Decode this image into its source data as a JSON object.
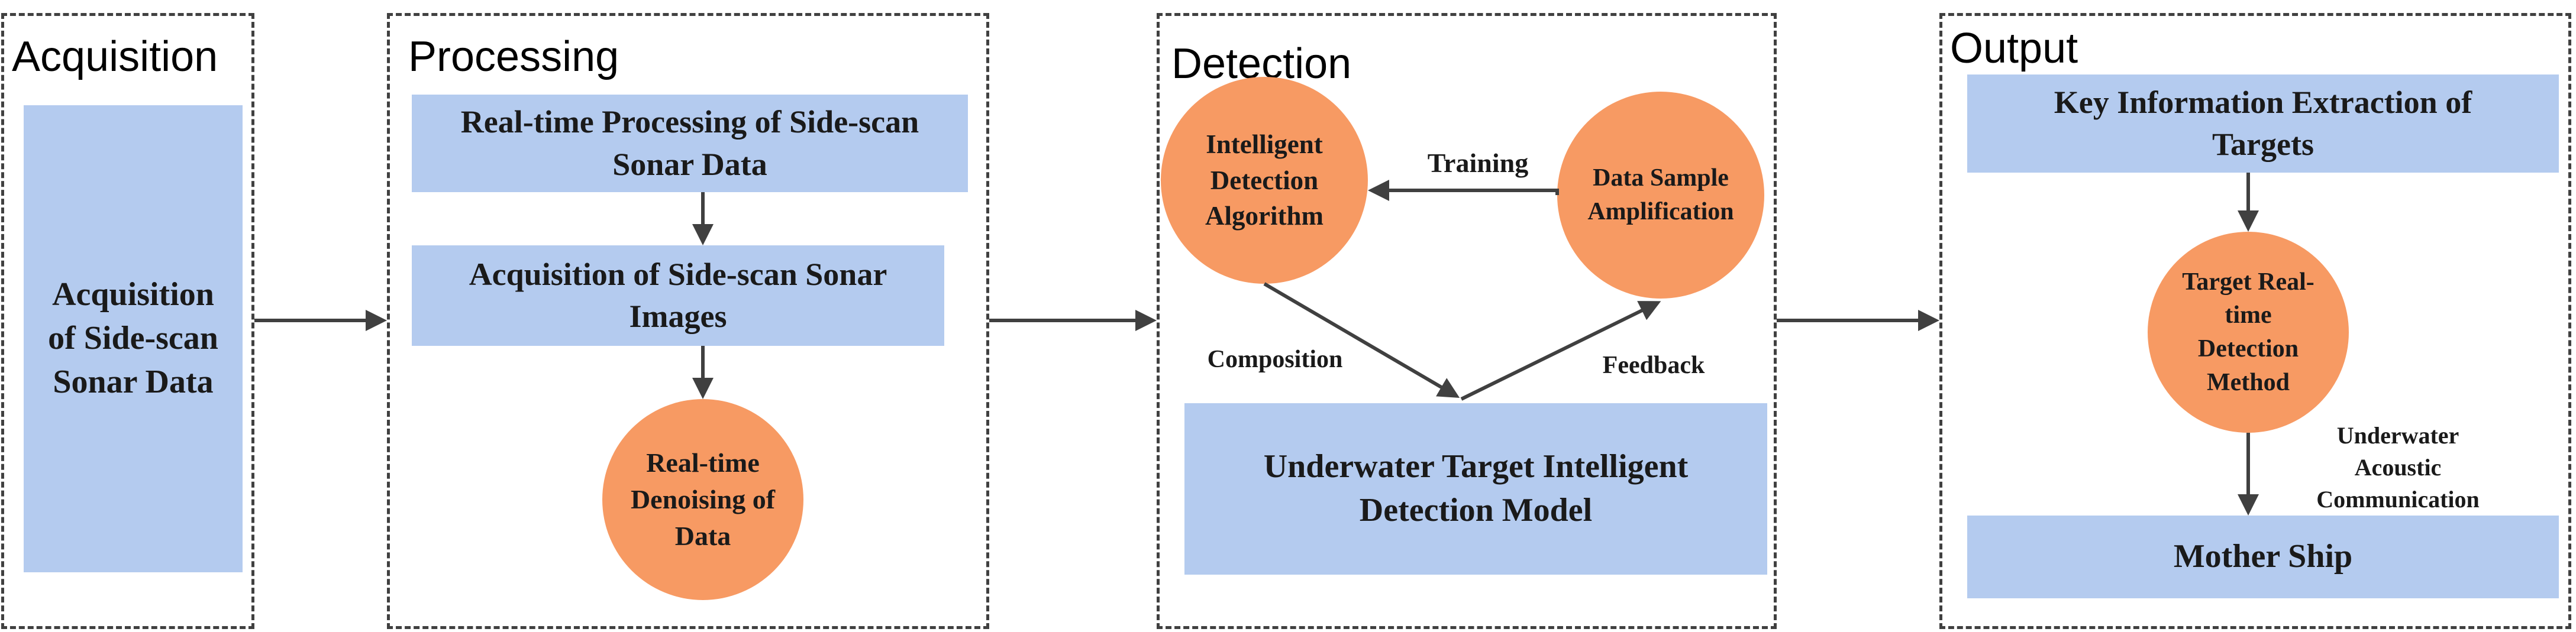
{
  "panels": {
    "acquisition": "Acquisition",
    "processing": "Processing",
    "detection": "Detection",
    "output": "Output"
  },
  "acquisition_box": "Acquisition of Side-scan Sonar Data",
  "processing_steps": {
    "realtime_processing": "Real-time Processing of Side-scan Sonar Data",
    "image_acquisition": "Acquisition of Side-scan Sonar Images",
    "denoising": "Real-time Denoising of Data"
  },
  "detection_steps": {
    "algorithm": "Intelligent Detection Algorithm",
    "amplification": "Data Sample Amplification",
    "model": "Underwater Target Intelligent Detection Model",
    "training_label": "Training",
    "composition_label": "Composition",
    "feedback_label": "Feedback"
  },
  "output_steps": {
    "key_info": "Key Information Extraction of Targets",
    "method": "Target Real-time Detection Method",
    "comm_label": "Underwater Acoustic Communication",
    "mother_ship": "Mother Ship"
  },
  "colors": {
    "box_fill": "#b4cbef",
    "circle_fill": "#f79a63",
    "arrow": "#404040"
  }
}
